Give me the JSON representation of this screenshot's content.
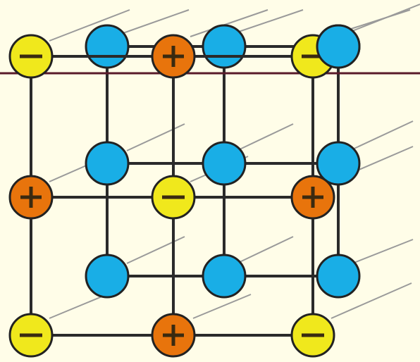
{
  "colors": {
    "background": "#fffde8",
    "divider": "#5a1a2a",
    "bond": "#2a2a2a",
    "depth_line": "#9a9a9a",
    "blue_fill": "#19aee6",
    "orange_fill": "#e8740c",
    "yellow_fill": "#f0e81c",
    "atom_stroke": "#222222",
    "sign": "#3a2a10"
  },
  "legend_signs": {
    "plus_icon": "plus-sign-icon",
    "minus_icon": "minus-sign-icon"
  },
  "atoms": {
    "front": [
      {
        "id": "f-tl",
        "type": "yellow",
        "sign": "−"
      },
      {
        "id": "f-tc",
        "type": "orange",
        "sign": "+"
      },
      {
        "id": "f-tr",
        "type": "yellow",
        "sign": "−"
      },
      {
        "id": "f-ml",
        "type": "orange",
        "sign": "+"
      },
      {
        "id": "f-mc",
        "type": "yellow",
        "sign": "−"
      },
      {
        "id": "f-mr",
        "type": "orange",
        "sign": "+"
      },
      {
        "id": "f-bl",
        "type": "yellow",
        "sign": "−"
      },
      {
        "id": "f-bc",
        "type": "orange",
        "sign": "+"
      },
      {
        "id": "f-br",
        "type": "yellow",
        "sign": "−"
      }
    ],
    "back": [
      {
        "id": "b-tl",
        "type": "blue",
        "sign": ""
      },
      {
        "id": "b-tc",
        "type": "blue",
        "sign": ""
      },
      {
        "id": "b-tr",
        "type": "blue",
        "sign": ""
      },
      {
        "id": "b-ml",
        "type": "blue",
        "sign": ""
      },
      {
        "id": "b-mc",
        "type": "blue",
        "sign": ""
      },
      {
        "id": "b-mr",
        "type": "blue",
        "sign": ""
      },
      {
        "id": "b-bl",
        "type": "blue",
        "sign": ""
      },
      {
        "id": "b-bc",
        "type": "blue",
        "sign": ""
      },
      {
        "id": "b-br",
        "type": "blue",
        "sign": ""
      }
    ]
  }
}
